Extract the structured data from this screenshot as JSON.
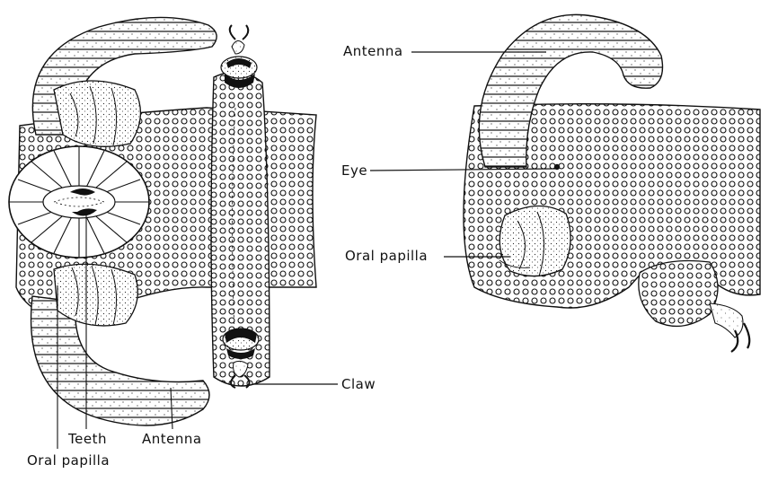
{
  "figure": {
    "left_view": {
      "labels": {
        "teeth": "Teeth",
        "antenna": "Antenna",
        "oral_papilla": "Oral papilla",
        "claw": "Claw"
      }
    },
    "right_view": {
      "labels": {
        "antenna": "Antenna",
        "eye": "Eye",
        "oral_papilla": "Oral papilla"
      }
    },
    "colors": {
      "ink": "#111111",
      "paper": "#ffffff"
    }
  }
}
